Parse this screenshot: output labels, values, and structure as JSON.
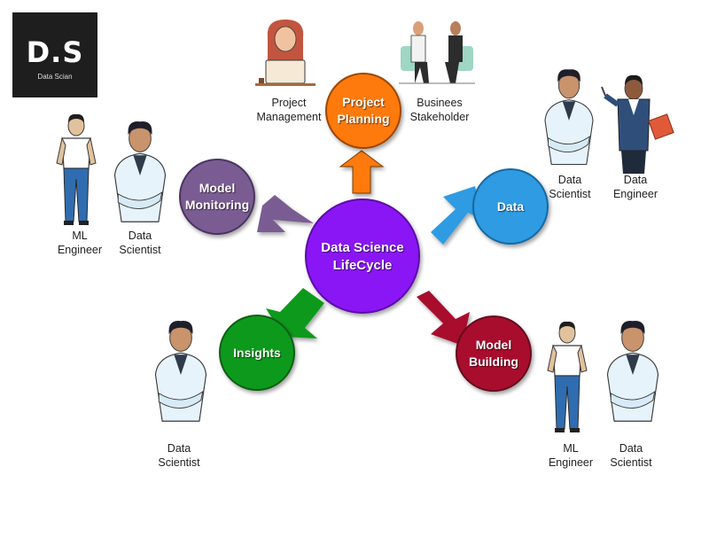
{
  "logo": {
    "main": "D.S",
    "sub": "Data Scian"
  },
  "center": {
    "line1": "Data Science",
    "line2": "LifeCycle",
    "color": "#8A12F5"
  },
  "nodes": {
    "planning": {
      "line1": "Project",
      "line2": "Planning",
      "color": "#FF7A0D",
      "icon": "arrow-up"
    },
    "data": {
      "line1": "Data",
      "line2": "",
      "color": "#2E9BE2",
      "icon": "arrow-right"
    },
    "building": {
      "line1": "Model",
      "line2": "Building",
      "color": "#A8102E",
      "icon": "arrow-down-right"
    },
    "insights": {
      "line1": "Insights",
      "line2": "",
      "color": "#119A1E",
      "icon": "arrow-down-left"
    },
    "monitoring": {
      "line1": "Model",
      "line2": "Monitoring",
      "color": "#7A5C93",
      "icon": "arrow-up-left"
    }
  },
  "roles": {
    "project_management": "Project\nManagement",
    "business_stakeholder": "Businees\nStakeholder",
    "data_scientist_1": "Data\nScientist",
    "data_engineer_1": "Data\nEngineer",
    "ml_engineer_1": "ML\nEngineer",
    "data_scientist_2": "Data\nScientist",
    "data_scientist_3": "Data\nScientist",
    "ml_engineer_2": "ML\nEngineer",
    "data_scientist_4": "Data\nScientist"
  },
  "people_icons": [
    "woman-laptop-icon",
    "meeting-icon",
    "scientist-icon",
    "engineer-presenting-icon",
    "man-standing-icon"
  ]
}
